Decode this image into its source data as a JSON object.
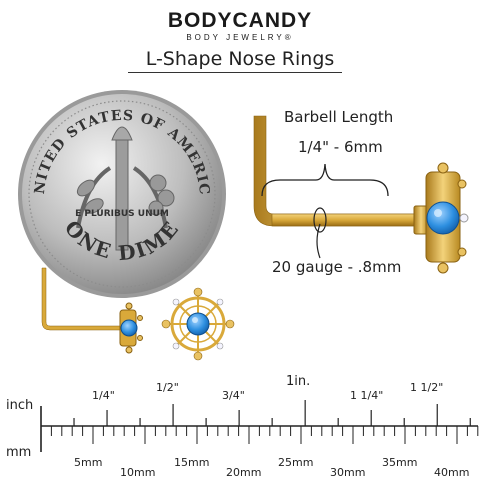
{
  "brand": {
    "logo_text": "BODYCANDY",
    "sub_text": "BODY JEWELRY®"
  },
  "title": "L-Shape Nose Rings",
  "coin": {
    "top_text": "UNITED STATES OF AMERICA",
    "motto": "E PLURIBUS UNUM",
    "denomination": "ONE DIME"
  },
  "annotations": {
    "barbell_length_label": "Barbell Length",
    "barbell_length_value": "1/4\" - 6mm",
    "gauge_label": "20 gauge - .8mm"
  },
  "ruler": {
    "inch_label": "inch",
    "mm_label": "mm",
    "inch_ticks": [
      "1/4\"",
      "1/2\"",
      "3/4\"",
      "1in.",
      "1 1/4\"",
      "1 1/2\""
    ],
    "mm_ticks": [
      "5mm",
      "10mm",
      "15mm",
      "20mm",
      "25mm",
      "30mm",
      "35mm",
      "40mm"
    ]
  },
  "colors": {
    "gold": "#d9a93a",
    "gold_light": "#f3d27a",
    "gold_dark": "#a97a1c",
    "opal_blue": "#2d8fe0",
    "coin_silver": "#b8b8b8"
  }
}
